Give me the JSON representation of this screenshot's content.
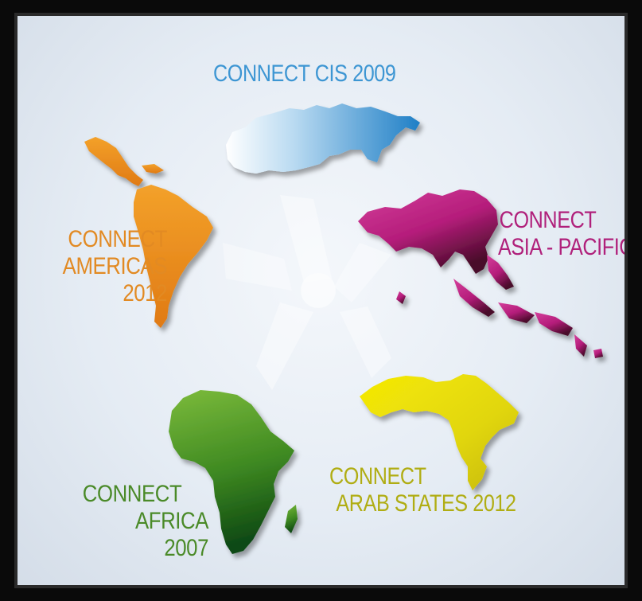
{
  "colors": {
    "cis": "#4a9fd6",
    "asia": "#b5237f",
    "americas": "#e58a1f",
    "arab": "#b4b00c",
    "africa": "#4d8f26"
  },
  "labels": {
    "cis": {
      "line1": "CONNECT CIS 2009"
    },
    "asia": {
      "line1": "CONNECT",
      "line2": "ASIA - PACIFIC"
    },
    "americas": {
      "line1": "CONNECT",
      "line2": "AMERICAS",
      "line3": "2012"
    },
    "arab": {
      "line1": "CONNECT",
      "line2": "ARAB STATES 2012"
    },
    "africa": {
      "line1": "CONNECT",
      "line2": "AFRICA",
      "line3": "2007"
    }
  }
}
